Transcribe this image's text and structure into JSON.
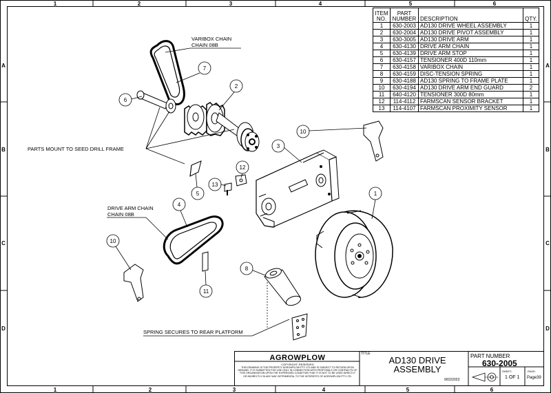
{
  "zone_labels": {
    "columns": [
      "1",
      "2",
      "3",
      "4",
      "5",
      "6"
    ],
    "rows": [
      "A",
      "B",
      "C",
      "D"
    ]
  },
  "bom": {
    "headers": {
      "item": "ITEM NO.",
      "part": "PART NUMBER",
      "description": "DESCRIPTION",
      "qty": "QTY."
    },
    "rows": [
      {
        "item": "1",
        "part": "630-2003",
        "description": "AD130 DRIVE WHEEL ASSEMBLY",
        "qty": "1"
      },
      {
        "item": "2",
        "part": "630-2004",
        "description": "AD130 DRIVE PIVOT ASSEMBLY",
        "qty": "1"
      },
      {
        "item": "3",
        "part": "630-3005",
        "description": "AD130 DRIVE ARM",
        "qty": "1"
      },
      {
        "item": "4",
        "part": "630-4130",
        "description": "DRIVE ARM CHAIN",
        "qty": "1"
      },
      {
        "item": "5",
        "part": "630-4139",
        "description": "DRIVE ARM STOP",
        "qty": "1"
      },
      {
        "item": "6",
        "part": "630-4157",
        "description": "TENSIONER 400D 110mm",
        "qty": "1"
      },
      {
        "item": "7",
        "part": "630-4158",
        "description": "VARIBOX CHAIN",
        "qty": "1"
      },
      {
        "item": "8",
        "part": "630-4159",
        "description": "DISC-TENSION SPRING",
        "qty": "1"
      },
      {
        "item": "9",
        "part": "630-4188",
        "description": "AD130 SPRING TO FRAME PLATE",
        "qty": "1"
      },
      {
        "item": "10",
        "part": "630-4194",
        "description": "AD130 DRIVE ARM END GUARD",
        "qty": "2"
      },
      {
        "item": "11",
        "part": "640-4120",
        "description": "TENSIONER 300D 80mm",
        "qty": "1"
      },
      {
        "item": "12",
        "part": "114-4112",
        "description": "FARMSCAN SENSOR BRACKET",
        "qty": "1"
      },
      {
        "item": "13",
        "part": "114-4107",
        "description": "FARMSCAN PROXIMITY SENSOR",
        "qty": "1"
      }
    ]
  },
  "callouts": {
    "varibox_chain": [
      "VARIBOX CHAIN",
      "CHAIN 08B"
    ],
    "parts_mount": "PARTS MOUNT TO SEED DRILL FRAME",
    "drive_arm_chain": [
      "DRIVE ARM CHAIN",
      "CHAIN 08B"
    ],
    "spring_secures": "SPRING SECURES TO REAR PLATFORM"
  },
  "balloons": {
    "b1": "1",
    "b2": "2",
    "b3": "3",
    "b4": "4",
    "b5": "5",
    "b6": "6",
    "b7": "7",
    "b8": "8",
    "b10a": "10",
    "b10b": "10",
    "b11": "11",
    "b12": "12",
    "b13": "13"
  },
  "title_block": {
    "company": "AGROWPLOW",
    "copyright": "COPYRIGHT: RESERVED",
    "notice": "THIS DRAWING IS THE PROPERTY AGROWPLOW PTY LTD AND IS SUBJECT TO RETURN UPON DEMAND. IT IS SUBMITTED FOR USE ONLY IN CONNECTION WITH PROPOSALS OR CONTRACTS OF THIS ORGANISATION UPON THE EXPRESSED CONDITION THAT IT IS NOT TO BE USED DIRECTLY OR INDIRECTLY IN ANY WAY DETRIMENTAL TO THE INTERESTS OF AGROWPLOW PTY LTD.",
    "title_label": "TITLE",
    "title_line1": "AD130 DRIVE",
    "title_line2": "ASSEMBLY",
    "date": "9/02/2023",
    "part_number_label": "PART NUMBER",
    "part_number": "630-2005",
    "sheet_label": "SHEET:",
    "page_label": "PAGE:",
    "sheet": "1 OF 1",
    "page": "Page39"
  }
}
